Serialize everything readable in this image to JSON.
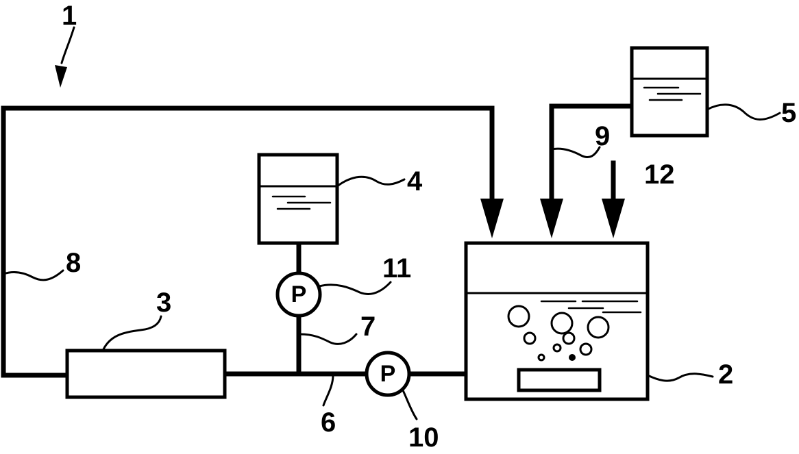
{
  "labels": {
    "system": "1",
    "bath": "2",
    "unit3": "3",
    "tank4": "4",
    "tank5": "5",
    "line6": "6",
    "line7": "7",
    "line8": "8",
    "line9": "9",
    "pump10": "10",
    "pump11": "11",
    "input12": "12"
  },
  "pump_symbol": "P"
}
